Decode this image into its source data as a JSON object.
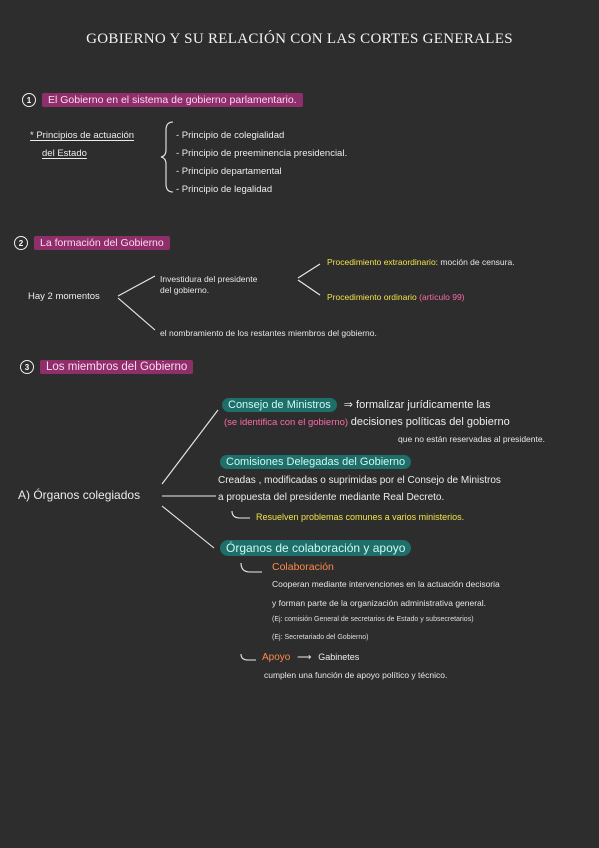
{
  "title": "GOBIERNO Y SU RELACIÓN CON LAS CORTES GENERALES",
  "colors": {
    "background": "#2d2d2d",
    "pink_highlight": "#8e2f6c",
    "teal_highlight": "#1f6e6a",
    "yellow": "#f1e34a",
    "pink_text": "#ff6aa8",
    "orange": "#ff8a4a"
  },
  "section1": {
    "num": "1",
    "heading": "El Gobierno en el sistema de gobierno parlamentario.",
    "label_line1": "* Principios de actuación",
    "label_line2": "del Estado",
    "items": [
      "- Principio de colegialidad",
      "- Principio de preeminencia presidencial.",
      "- Principio departamental",
      "- Principio de legalidad"
    ]
  },
  "section2": {
    "num": "2",
    "heading": "La formación del Gobierno",
    "moments": "Hay 2 momentos",
    "investiture_line1": "Investidura del presidente",
    "investiture_line2": "del gobierno.",
    "extraordinary": "Procedimiento extraordinario",
    "extraordinary_detail": ": moción de censura.",
    "ordinary": "Procedimiento ordinario",
    "ordinary_detail": "(artículo 99)",
    "appointment": "el nombramiento de los restantes miembros del gobierno."
  },
  "section3": {
    "num": "3",
    "heading": "Los miembros del Gobierno",
    "organs": "A) Órganos colegiados",
    "council": "Consejo de Ministros",
    "council_text": "⇒ formalizar jurídicamente las",
    "council_note": "(se identifica con el gobierno)",
    "council_text2": "decisiones políticas del gobierno",
    "council_text3": "que no están reservadas al presidente.",
    "commissions": "Comisiones Delegadas del Gobierno",
    "commissions_text1": "Creadas , modificadas o suprimidas por el Consejo de Ministros",
    "commissions_text2": "a propuesta del presidente mediante Real Decreto.",
    "commissions_arrow_text": "Resuelven problemas comunes a varios ministerios.",
    "collab_heading": "Órganos de colaboración y apoyo",
    "collab": "Colaboración",
    "collab_text1": "Cooperan mediante intervenciones en la actuación decisoria",
    "collab_text2": "y forman parte de la organización administrativa general.",
    "collab_ex1": "(Ej: comisión General de secretarios de Estado y subsecretarios)",
    "collab_ex2": "(Ej: Secretariado del Gobierno)",
    "support": "Apoyo",
    "support_arrow": "⟶",
    "support_target": "Gabinetes",
    "support_text": "cumplen una función de apoyo político y técnico."
  }
}
